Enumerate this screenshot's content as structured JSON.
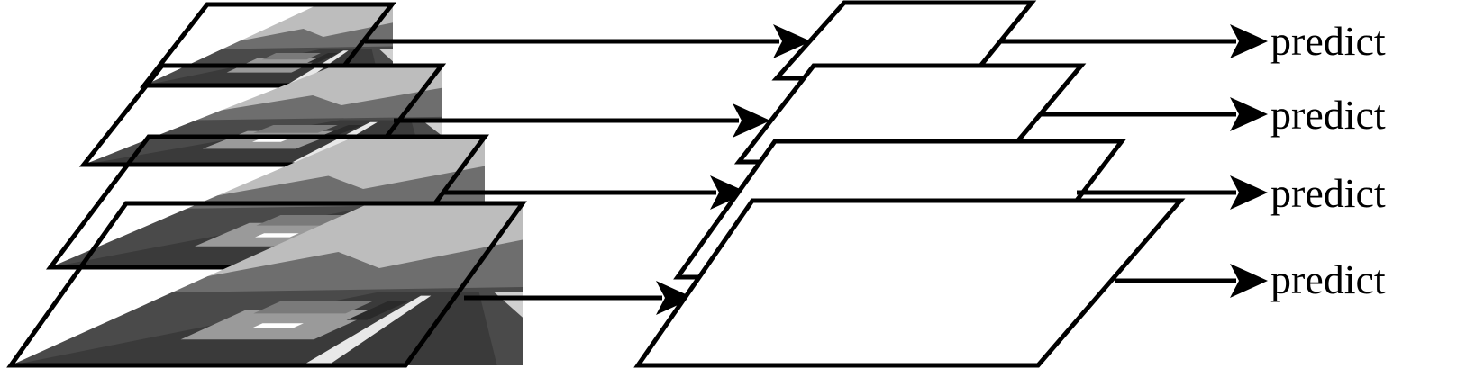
{
  "diagram": {
    "levels": [
      {
        "level": 1,
        "output_label": "predict"
      },
      {
        "level": 2,
        "output_label": "predict"
      },
      {
        "level": 3,
        "output_label": "predict"
      },
      {
        "level": 4,
        "output_label": "predict"
      }
    ]
  },
  "colors": {
    "stroke": "#000000",
    "background": "#ffffff",
    "sky": "#bdbdbd",
    "mountain": "#6e6e6e",
    "field": "#4a4a4a",
    "road": "#3a3a3a",
    "car": "#9a9a9a",
    "lane": "#e8e8e8"
  },
  "icons": {
    "input_frame": "road-scene-thumbnail",
    "feature_map": "blank-parallelogram",
    "arrow": "arrow-right"
  }
}
